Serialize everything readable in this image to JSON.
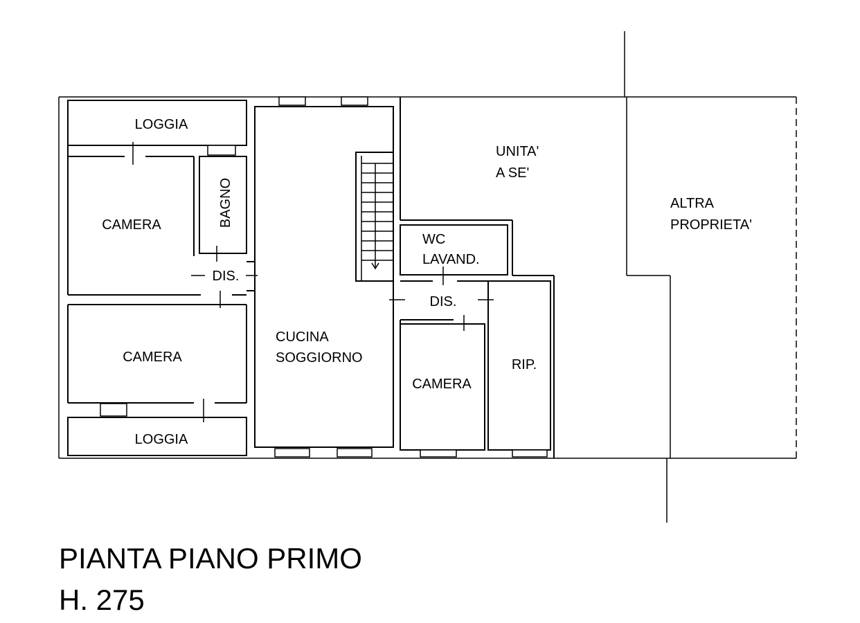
{
  "title": "PIANTA PIANO PRIMO",
  "height_label": "H. 275",
  "rooms": {
    "loggia_top": "LOGGIA",
    "camera_1": "CAMERA",
    "bagno": "BAGNO",
    "dis_left": "DIS.",
    "camera_2": "CAMERA",
    "loggia_bottom": "LOGGIA",
    "cucina_line1": "CUCINA",
    "cucina_line2": "SOGGIORNO",
    "wc_line1": "WC",
    "wc_line2": "LAVAND.",
    "dis_right": "DIS.",
    "camera_3": "CAMERA",
    "rip": "RIP.",
    "unita_line1": "UNITA'",
    "unita_line2": "A SE'",
    "altra_line1": "ALTRA",
    "altra_line2": "PROPRIETA'"
  }
}
